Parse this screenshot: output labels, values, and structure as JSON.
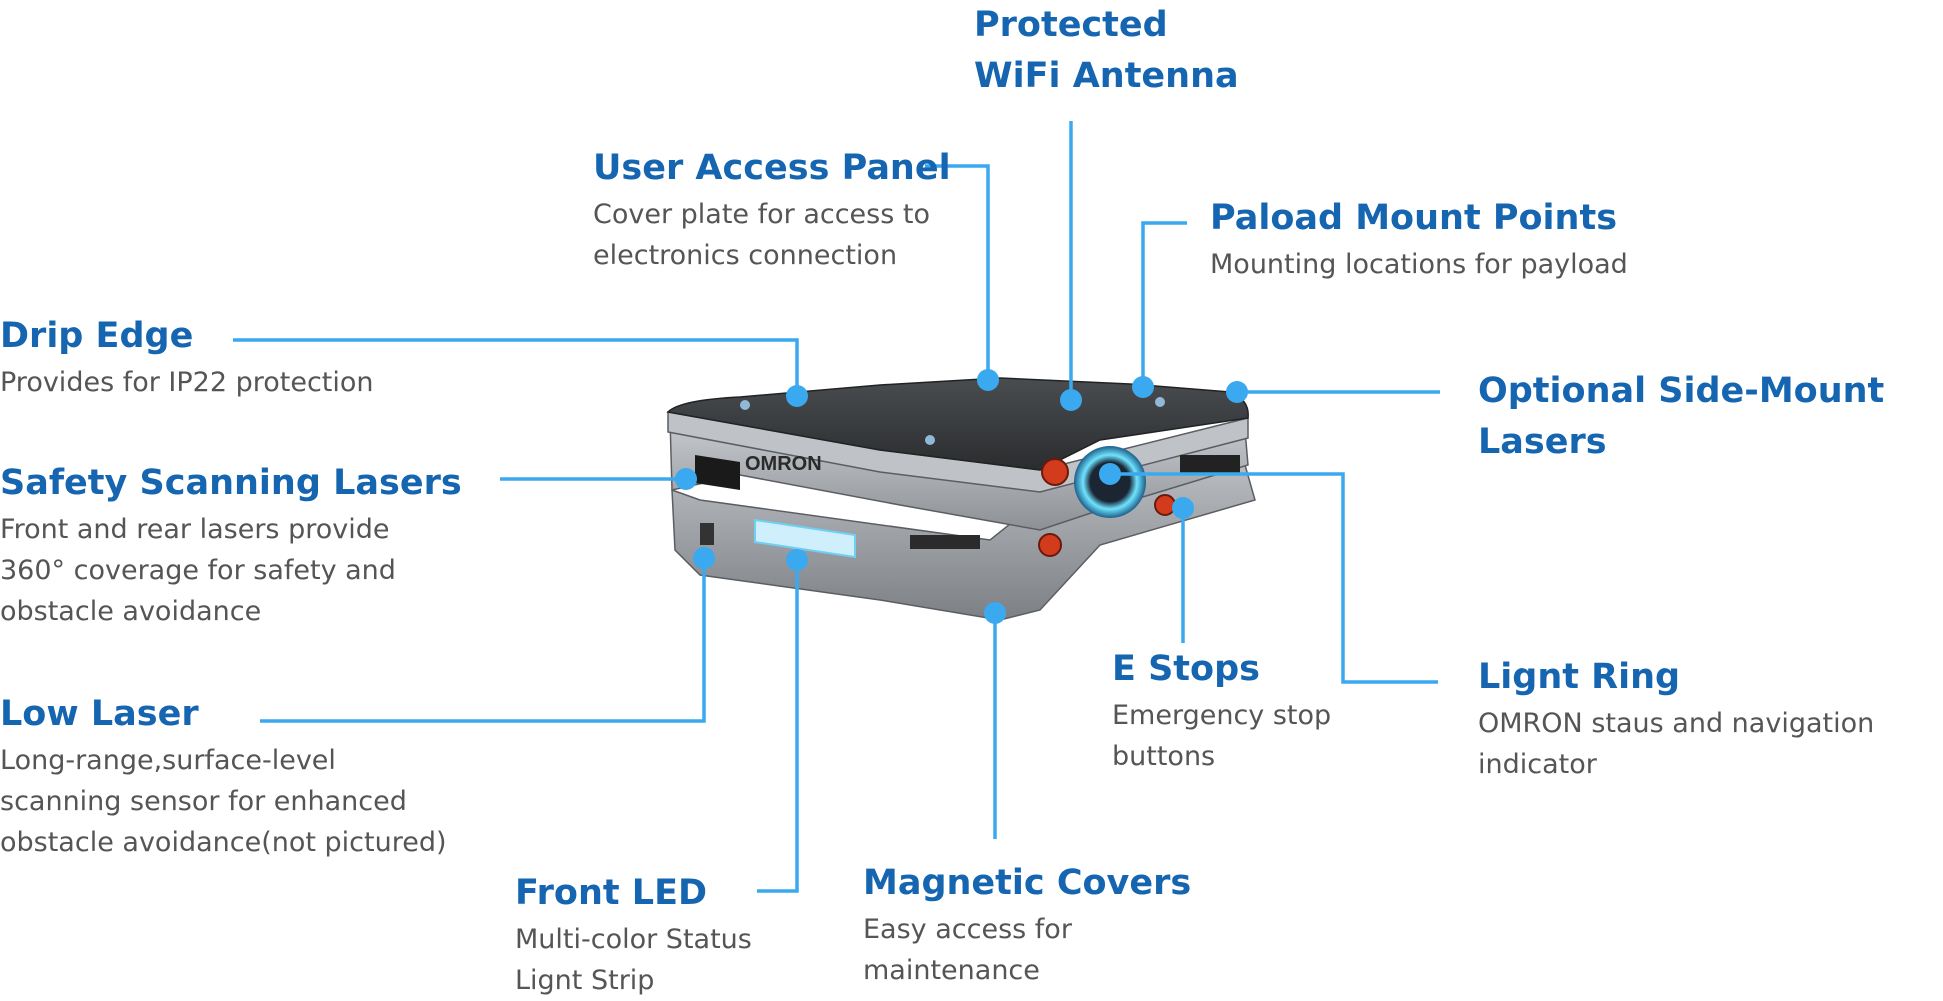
{
  "labels": {
    "wifi_antenna": {
      "title_line1": "Protected",
      "title_line2": "WiFi Antenna"
    },
    "user_access_panel": {
      "title": "User Access Panel",
      "desc_line1": "Cover plate for access to",
      "desc_line2": "electronics connection"
    },
    "payload_mount": {
      "title": "Paload Mount Points",
      "desc": "Mounting locations for payload"
    },
    "drip_edge": {
      "title": "Drip Edge",
      "desc": "Provides for IP22 protection"
    },
    "side_mount_lasers": {
      "title_line1": "Optional Side-Mount",
      "title_line2": "Lasers"
    },
    "safety_lasers": {
      "title": "Safety Scanning Lasers",
      "desc_line1": "Front and rear lasers provide",
      "desc_line2": "360° coverage for safety and",
      "desc_line3": "obstacle avoidance"
    },
    "low_laser": {
      "title": "Low Laser",
      "desc_line1": "Long-range,surface-level",
      "desc_line2": "scanning sensor for enhanced",
      "desc_line3": "obstacle avoidance(not pictured)"
    },
    "e_stops": {
      "title": "E Stops",
      "desc_line1": "Emergency stop",
      "desc_line2": "buttons"
    },
    "light_ring": {
      "title": "Lignt Ring",
      "desc_line1": "OMRON staus and navigation",
      "desc_line2": "indicator"
    },
    "front_led": {
      "title": "Front LED",
      "desc_line1": "Multi-color Status",
      "desc_line2": "Lignt Strip"
    },
    "magnetic_covers": {
      "title": "Magnetic Covers",
      "desc_line1": "Easy access for",
      "desc_line2": "maintenance"
    }
  },
  "robot": {
    "brand": "OMRON"
  },
  "colors": {
    "title": "#1565b0",
    "desc": "#555555",
    "leader": "#3aa9f0"
  }
}
